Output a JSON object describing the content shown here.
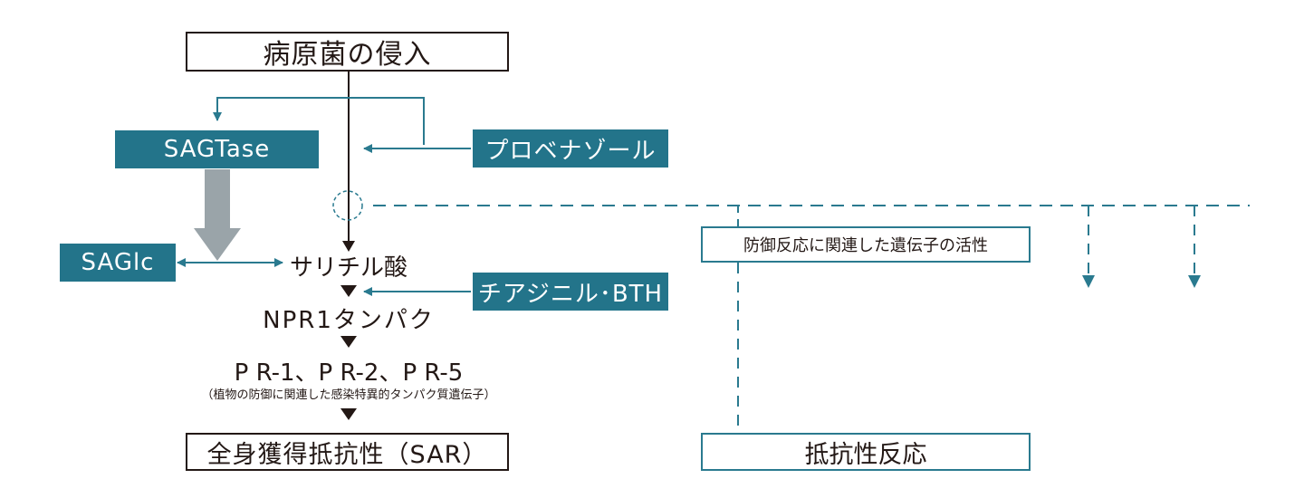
{
  "nodes": {
    "pathogen": "病原菌の侵入",
    "sagtase": "SAGTase",
    "probenazole": "プロベナゾール",
    "sagic": "SAGlc",
    "salicylic_acid": "サリチル酸",
    "tiadinil": "チアジニル･BTH",
    "npr1": "NPR1タンパク",
    "pr_genes": "P R-1、P R-2、P R-5",
    "pr_genes_note": "（植物の防御に関連した感染特異的タンパク質遺伝子）",
    "sar": "全身獲得抵抗性（SAR）",
    "defense_genes": "防御反応に関連した遺伝子の活性",
    "resistance_response": "抵抗性反応"
  },
  "colors": {
    "teal": "#23748a",
    "teal_line": "#2a7a8f",
    "gray_arrow": "#9aa4a9",
    "black": "#231815"
  }
}
